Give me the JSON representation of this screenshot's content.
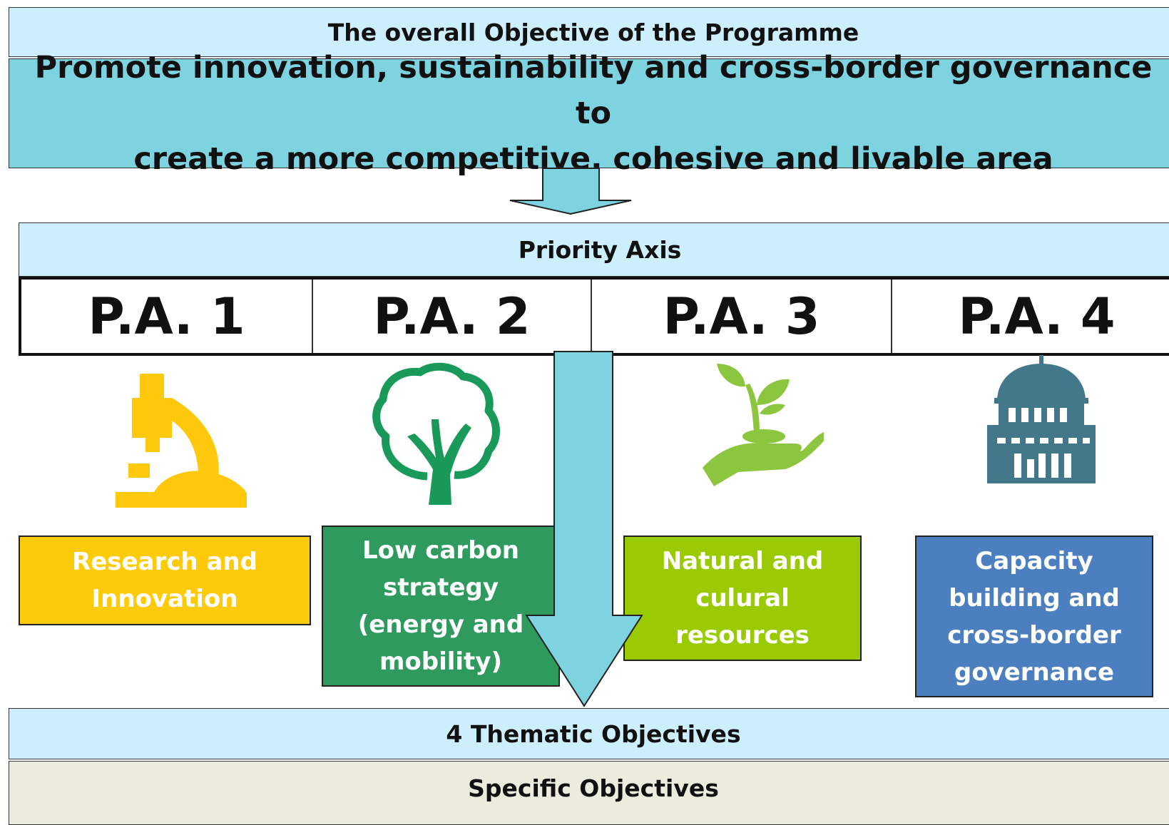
{
  "header": {
    "label": "The overall Objective of the Programme"
  },
  "objective": {
    "line1": "Promote innovation, sustainability and cross-border governance to",
    "line2": "create a more competitive, cohesive and livable area"
  },
  "priority_axis": {
    "label": "Priority Axis",
    "items": [
      {
        "code": "P.A. 1",
        "icon": "microscope-icon",
        "name_lines": [
          "Research and",
          "Innovation"
        ],
        "color": "#fecb0a"
      },
      {
        "code": "P.A. 2",
        "icon": "tree-icon",
        "name_lines": [
          "Low carbon",
          "strategy",
          "(energy and",
          "mobility)"
        ],
        "color": "#2e9a5d"
      },
      {
        "code": "P.A. 3",
        "icon": "plant-in-hand-icon",
        "name_lines": [
          "Natural and",
          "culural",
          "resources"
        ],
        "color": "#9acb02"
      },
      {
        "code": "P.A. 4",
        "icon": "government-building-icon",
        "name_lines": [
          "Capacity",
          "building and",
          "cross-border",
          "governance"
        ],
        "color": "#4b7fbf"
      }
    ]
  },
  "thematic": {
    "label": "4 Thematic Objectives"
  },
  "specific": {
    "label": "Specific Objectives"
  },
  "colors": {
    "light_blue": "#cdeefc",
    "arrow": "#7dd3e0",
    "beige": "#ececde"
  }
}
